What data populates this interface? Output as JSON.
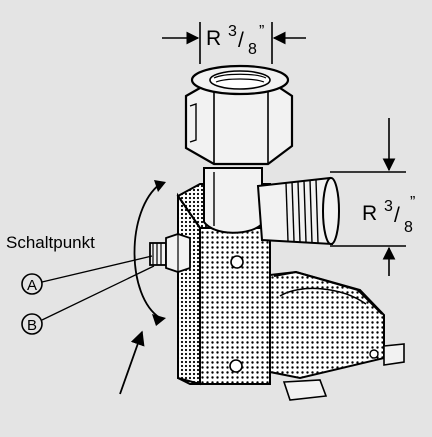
{
  "drawing": {
    "thread_label_top": {
      "prefix": "R",
      "numerator": "3",
      "slash": "/",
      "denominator": "8",
      "mark": "”"
    },
    "thread_label_right": {
      "prefix": "R",
      "numerator": "3",
      "slash": "/",
      "denominator": "8",
      "mark": "”"
    },
    "switch_point_label": "Schaltpunkt",
    "callouts": [
      {
        "letter": "A"
      },
      {
        "letter": "B"
      }
    ],
    "colors": {
      "background": "#e4e4e4",
      "line": "#000000",
      "body_fill": "#f2f2f2"
    }
  }
}
